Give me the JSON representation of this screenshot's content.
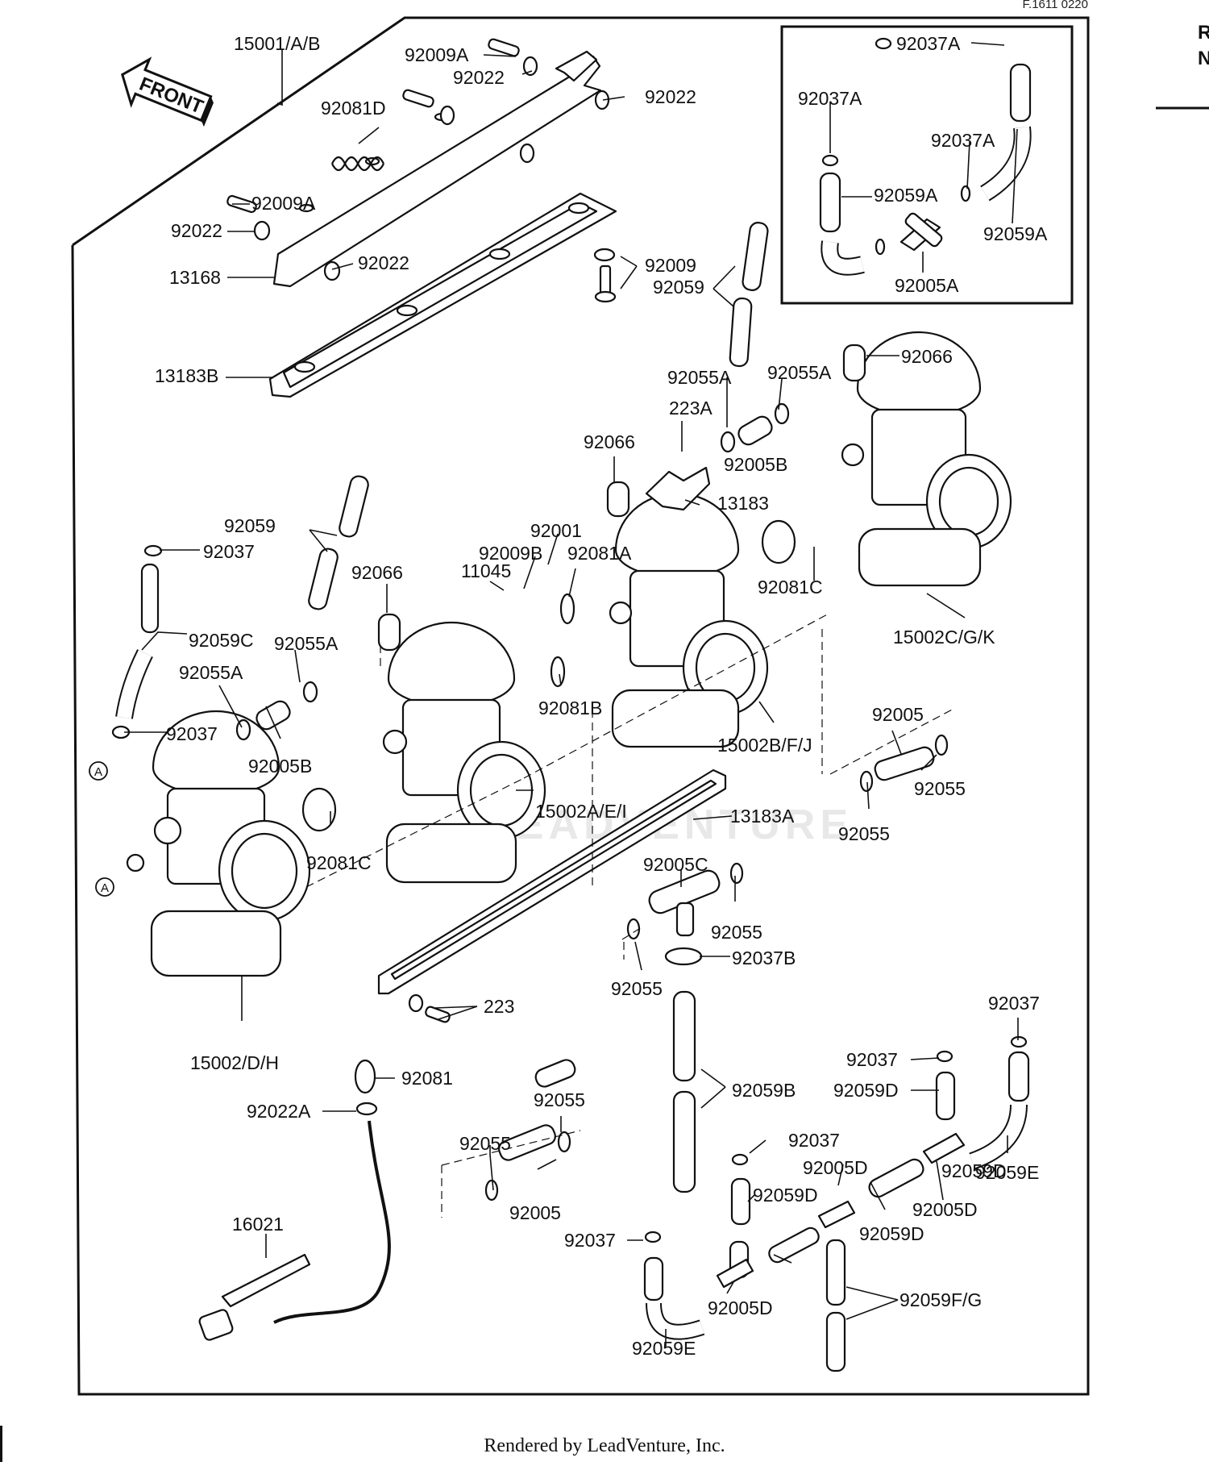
{
  "diagram": {
    "figure_code": "F.1611 0220",
    "footer": "Rendered by LeadVenture, Inc.",
    "front_arrow_label": "FRONT",
    "watermark": "LEADVENTURE",
    "marker_a": "A",
    "labels": [
      "15001/A/B",
      "92009A",
      "92022",
      "92022",
      "92081D",
      "92009A",
      "92022",
      "92022",
      "13168",
      "13183B",
      "92009",
      "92059",
      "92037A",
      "92037A",
      "92037A",
      "92059A",
      "92059A",
      "92005A",
      "92066",
      "92055A",
      "92055A",
      "223A",
      "92005B",
      "92066",
      "13183",
      "92059",
      "92037",
      "92001",
      "92009B",
      "92081A",
      "11045",
      "92066",
      "92081C",
      "15002C/G/K",
      "92059C",
      "92055A",
      "92055A",
      "92037",
      "92005B",
      "92081B",
      "15002B/F/J",
      "92005",
      "92055",
      "92055",
      "15002A/E/I",
      "13183A",
      "92081C",
      "92005C",
      "92055",
      "92037B",
      "92055",
      "223",
      "15002/D/H",
      "92081",
      "92022A",
      "92059B",
      "92055",
      "92055",
      "92005",
      "92037",
      "92037",
      "92059D",
      "92037",
      "92005D",
      "92059D",
      "92005D",
      "92059E",
      "92059D",
      "16021",
      "92037",
      "92059D",
      "92005D",
      "92059F/G",
      "92059E"
    ],
    "right_edge_fragments": [
      "R",
      "N"
    ]
  }
}
